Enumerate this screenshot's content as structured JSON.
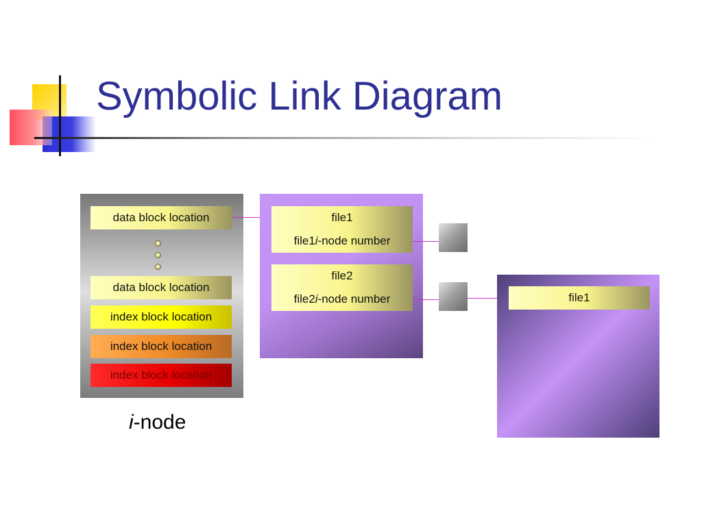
{
  "title": "Symbolic Link Diagram",
  "inode": {
    "caption_italic": "i",
    "caption_rest": "-node",
    "rows": [
      "data block location",
      "data block location",
      "index block location",
      "index block location",
      "index block location"
    ]
  },
  "directory": {
    "entries": [
      {
        "name": "file1",
        "inode_prefix": "file1 ",
        "inode_italic": "i",
        "inode_suffix": "-node number"
      },
      {
        "name": "file2",
        "inode_prefix": "file2 ",
        "inode_italic": "i",
        "inode_suffix": "-node number"
      }
    ]
  },
  "symlink_file": {
    "content": "file1"
  },
  "colors": {
    "title": "#2e3192",
    "connector": "#cc33cc",
    "panel_purple": "#c596f7"
  }
}
